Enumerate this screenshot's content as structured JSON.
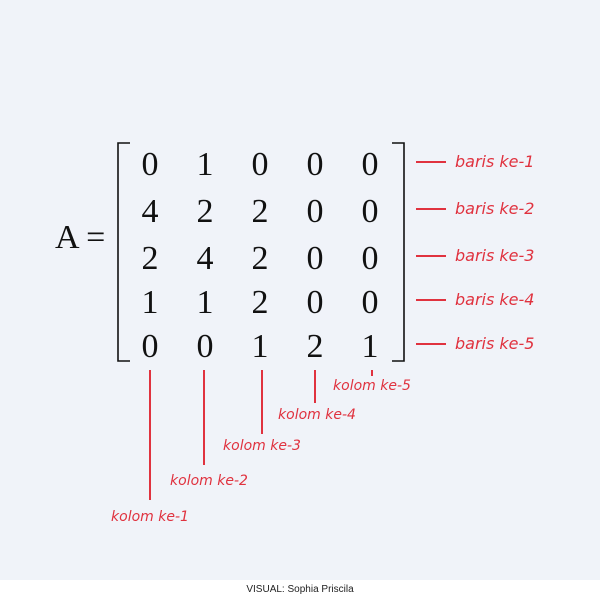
{
  "matrix": {
    "name": "A =",
    "rows": [
      [
        0,
        1,
        0,
        0,
        0
      ],
      [
        4,
        2,
        2,
        0,
        0
      ],
      [
        2,
        4,
        2,
        0,
        0
      ],
      [
        1,
        1,
        2,
        0,
        0
      ],
      [
        0,
        0,
        1,
        2,
        1
      ]
    ]
  },
  "row_labels": [
    "baris ke-1",
    "baris ke-2",
    "baris ke-3",
    "baris ke-4",
    "baris ke-5"
  ],
  "column_labels": [
    "kolom ke-1",
    "kolom ke-2",
    "kolom ke-3",
    "kolom ke-4",
    "kolom ke-5"
  ],
  "colors": {
    "label": "#e0323f",
    "text": "#111111",
    "background": "#f0f3f9"
  },
  "credit": "VISUAL: Sophia Priscila"
}
